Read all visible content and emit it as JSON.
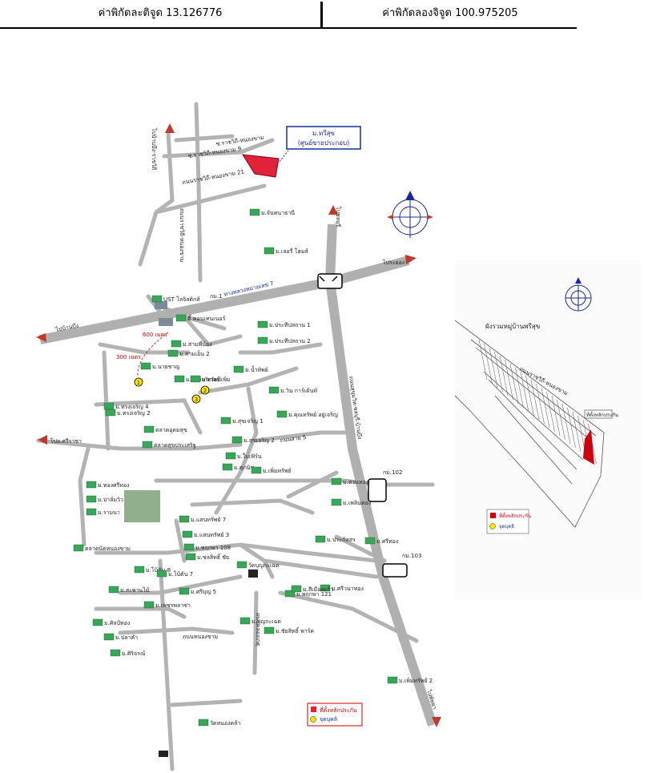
{
  "header": {
    "latitude_label": "ค่าพิกัดละติจูด 13.126776",
    "longitude_label": "ค่าพิกัดลองจิจูด 100.975205"
  },
  "map": {
    "callout_title": "ม.ทวีสุข",
    "callout_sub": "(ศูนย์ขายประกอบ)",
    "roads": {
      "main_highway": "ถนนสุขุมวิท-ชลบุรี-บ้านบึง",
      "cross_road": "ทางหลวงหมายเลข 7",
      "road_21": "ถนนราชวิถี-หนองขาม 21",
      "road_9": "ซ.ราชวิถี-หนองขาม 9",
      "road_vertical": "ถนนราชวิถี-หนองขาม",
      "road_small_top": "ซ.ราชวิถี-หนองขาม",
      "to_up": "ไปชลบุรี",
      "to_right": "ไประยอง",
      "to_left": "ไปบ้านบึง",
      "to_left2": "ไปอ.ศรีราชา",
      "to_bottom": "ไปพัทยา",
      "to_leftside": "ไปบ้านบึง-ราชวิถี",
      "nongkham_road": "ถนนหนองขาม",
      "klongkaew": "ถนนคลองเกตุ",
      "soi_road": "ถนนสาย 5"
    },
    "places": [
      "ม.จันทนาธานี",
      "ม.เลอรี่ โฮมส์",
      "UST โลจิสติกส์",
      "ตี้ คอนเทนเนอร์",
      "ม.ประทีปสถาน 1",
      "ม.ประทีปสถาน 2",
      "ม.สามพี่น้อง",
      "ม.สามเอ็น 2",
      "ม.นายชาญ",
      "ม.ปาล์มริเวอร์",
      "ม.ทรัพย์เพิ่ม",
      "ม.น้ำทิพย์",
      "ม.สุขเจริญ 1",
      "ม.วิน การ์เด้นท์",
      "ม.คุณทรัพย์ อยู่เจริญ",
      "ม.สุขเจริญ 2",
      "ม.ใบเฟิร์น",
      "ม.ศุภนิช",
      "ม.เพิ่มทรัพย์",
      "ตลาดอุดมสุข",
      "ตลาดสุขประเสริฐ",
      "ม.ทรงเจริญ 4",
      "ม.ทรงเจริญ 2",
      "ม.ทองศรีทอง",
      "ม.ปาล์มวิว",
      "ม.รามนา",
      "ตลาดนัดหนองขาม",
      "ม.แสนทรัพย์ 7",
      "ม.แสนทรัพย์ 3",
      "ม.พฤกษา 108",
      "ม.ชลสิทธิ์ ชัย",
      "ม.ประภัสสร",
      "ม.ศรีทอง",
      "ม.สวนทอง",
      "ม.เพลินทอง",
      "ม.โบ้ตัน 8",
      "ม.โบ้ตัน 7",
      "ม.ศรีบุญ 5",
      "วัดบุญกะเฉด",
      "ม.พฤกษา 121",
      "ม.ศรีวนาทอง",
      "ม.สีเมืองแก้ว",
      "ม.ศิลป์ทอง",
      "ม.ศิริจรณ์",
      "ม.ปลาคำ",
      "ม.บุญกะเฉด",
      "ม.ชัยสิทธิ์ พาร์ค",
      "ม.เพิ่มทรัพย์ 2",
      "วัดหนองคล้า",
      "ม.เพชรพลาซ่า",
      "ม.สะพานไม้"
    ],
    "km_markers": [
      "กม.1",
      "กม.102",
      "กม.103"
    ],
    "distance_labels": [
      "600 เมตร",
      "300 เมตร"
    ],
    "yellow_markers": [
      "1",
      "2",
      "3"
    ],
    "legend": {
      "item1": "ที่ตั้งหลักประกัน",
      "item2": "จุดบุคลิ"
    }
  },
  "inset": {
    "title": "ผังรวมหมู่บ้านพรีสุข",
    "road_label": "ถนนราชวิถี-หนองขาม",
    "site_label": "ที่ตั้งหลักประกัน",
    "legend_item1": "ที่ตั้งหลักประกัน",
    "legend_item2": "จุดบุคลิ"
  },
  "colors": {
    "road": "#b3b3b3",
    "road_dark": "#808080",
    "plot_red": "#e0223a",
    "callout_blue": "#1a2a9a",
    "marker_yellow": "#ffe600",
    "house_green": "#3aa65a"
  }
}
